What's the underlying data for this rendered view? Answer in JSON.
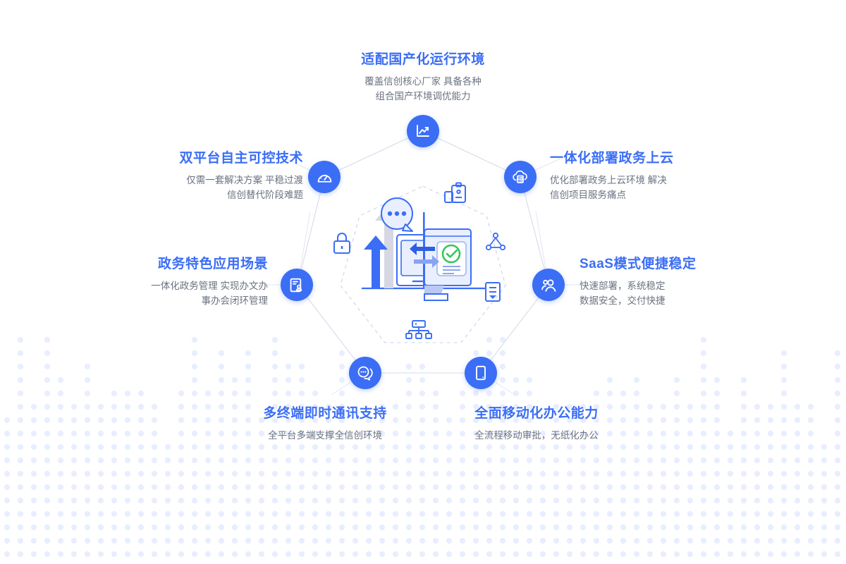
{
  "theme": {
    "accent": "#3b6ef5",
    "accent_dark": "#2f5fe0",
    "title_color": "#3b6ef5",
    "body_color": "#6b7280",
    "illustration_light": "#dfe6fb",
    "illustration_gray": "#c9ccd6",
    "check_green": "#34c759",
    "dot_color": "#e8eeff",
    "background": "#ffffff"
  },
  "features": [
    {
      "id": "adapt-domestic-runtime",
      "icon": "line-chart-icon",
      "title": "适配国产化运行环境",
      "desc_line1": "覆盖信创核心厂家 具备各种",
      "desc_line2": "组合国产环境调优能力",
      "align": "center"
    },
    {
      "id": "dual-platform-autonomous",
      "icon": "gauge-icon",
      "title": "双平台自主可控技术",
      "desc_line1": "仅需一套解决方案 平稳过渡",
      "desc_line2": "信创替代阶段难题",
      "align": "right"
    },
    {
      "id": "integrated-gov-cloud",
      "icon": "cloud-server-icon",
      "title": "一体化部署政务上云",
      "desc_line1": "优化部署政务上云环境 解决",
      "desc_line2": "信创项目服务痛点",
      "align": "left"
    },
    {
      "id": "gov-application-scenarios",
      "icon": "document-seal-icon",
      "title": "政务特色应用场景",
      "desc_line1": "一体化政务管理 实现办文办",
      "desc_line2": "事办会闭环管理",
      "align": "right"
    },
    {
      "id": "saas-stable",
      "icon": "users-icon",
      "title": "SaaS模式便捷稳定",
      "desc_line1": "快速部署，系统稳定",
      "desc_line2": "数据安全，交付快捷",
      "align": "left"
    },
    {
      "id": "multi-terminal-im",
      "icon": "chat-bubbles-icon",
      "title": "多终端即时通讯支持",
      "desc_line1": "全平台多端支撑全信创环境",
      "desc_line2": "",
      "align": "center"
    },
    {
      "id": "full-mobile-office",
      "icon": "mobile-device-icon",
      "title": "全面移动化办公能力",
      "desc_line1": "全流程移动审批，无纸化办公",
      "desc_line2": "",
      "align": "center"
    }
  ],
  "illustration": {
    "name": "gov-office-platform-illustration",
    "elements": [
      "lock-icon",
      "clipboard-icon",
      "share-network-icon",
      "document-lines-icon",
      "org-chart-icon",
      "chat-bubble-dots",
      "up-arrow-blue",
      "up-arrow-gray",
      "tablet-device",
      "desktop-monitor",
      "arrow-left-dark",
      "arrow-right-light",
      "approved-document-check"
    ]
  }
}
